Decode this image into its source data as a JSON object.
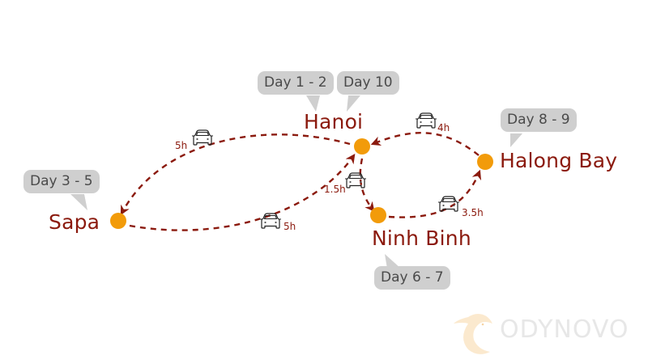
{
  "diagram": {
    "title": "Vietnam itinerary route map",
    "colors": {
      "city_text": "#8b1a0e",
      "route_line": "#8b1a0e",
      "node": "#f29b0a",
      "bubble_bg": "#cfcfcf",
      "bubble_text": "#4a4a4a",
      "logo": "#e7e7e7"
    },
    "cities": [
      {
        "id": "hanoi",
        "name": "Hanoi",
        "days": [
          "Day 1 - 2",
          "Day 10"
        ]
      },
      {
        "id": "sapa",
        "name": "Sapa",
        "days": [
          "Day 3 - 5"
        ]
      },
      {
        "id": "ninh-binh",
        "name": "Ninh Binh",
        "days": [
          "Day 6 - 7"
        ]
      },
      {
        "id": "halong-bay",
        "name": "Halong Bay",
        "days": [
          "Day 8 - 9"
        ]
      }
    ],
    "routes": [
      {
        "from": "Hanoi",
        "to": "Sapa",
        "duration": "5h",
        "mode": "car-icon"
      },
      {
        "from": "Sapa",
        "to": "Hanoi",
        "duration": "5h",
        "mode": "car-icon"
      },
      {
        "from": "Hanoi",
        "to": "Ninh Binh",
        "duration": "1.5h",
        "mode": "car-icon"
      },
      {
        "from": "Ninh Binh",
        "to": "Halong Bay",
        "duration": "3.5h",
        "mode": "car-icon"
      },
      {
        "from": "Halong Bay",
        "to": "Hanoi",
        "duration": "4h",
        "mode": "car-icon"
      }
    ],
    "logo": {
      "text": "ODYNOVO",
      "icon": "bird-logo-icon"
    }
  }
}
